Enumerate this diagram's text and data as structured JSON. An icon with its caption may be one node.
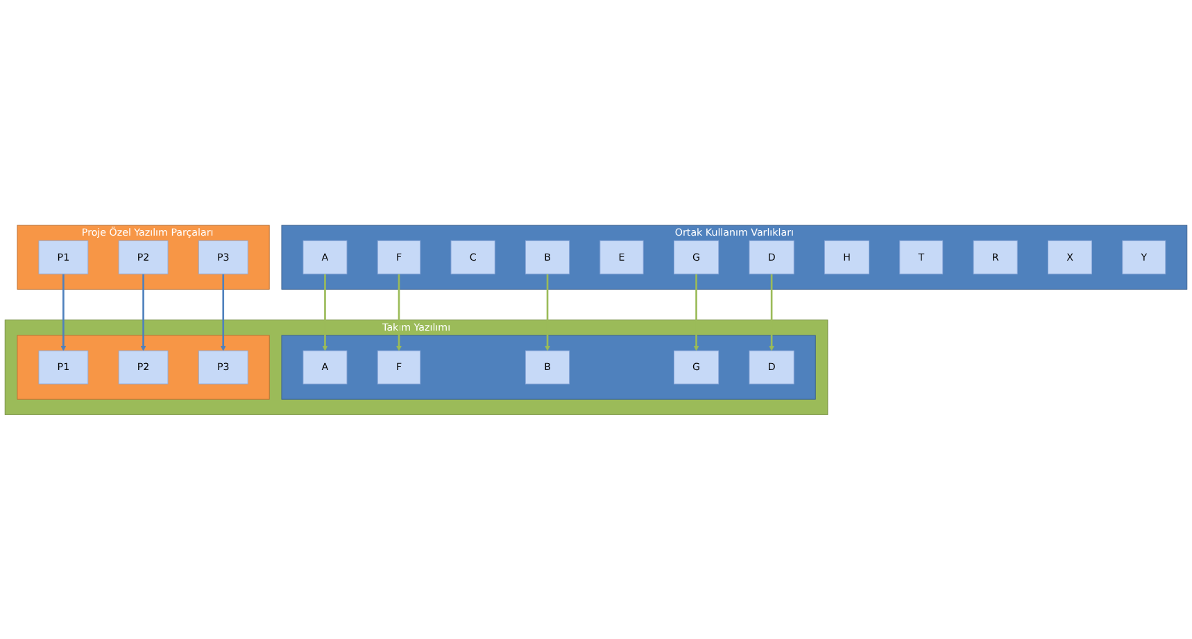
{
  "diagram": {
    "nodes": [
      {
        "text": [
          "Ortak Kullanım Varlıkları"
        ]
      },
      {
        "text": [
          "A"
        ],
        "in": 0
      },
      {
        "text": [
          "B"
        ],
        "in": 0
      },
      {
        "text": [
          "C"
        ],
        "in": 0
      },
      {
        "text": [
          "D"
        ],
        "in": 0
      },
      {
        "text": [
          "E"
        ],
        "in": 0
      },
      {
        "text": [
          "F"
        ],
        "in": 0
      },
      {
        "text": [
          "G"
        ],
        "in": 0
      },
      {
        "text": [
          "H"
        ],
        "in": 0
      },
      {
        "text": [
          "T"
        ],
        "in": 0
      },
      {
        "text": [
          "R"
        ],
        "in": 0
      },
      {
        "text": [
          "X"
        ],
        "in": 0
      },
      {
        "text": [
          "Y"
        ],
        "in": 0
      },
      {
        "text": [
          "Proje Özel Yazılım Parçaları"
        ]
      },
      {
        "text": [
          "P1"
        ],
        "in": 13
      },
      {
        "text": [
          "P2"
        ],
        "in": 13
      },
      {
        "text": [
          "P3"
        ],
        "in": 13
      },
      {
        "text": [
          "Takım Yazılımı"
        ]
      },
      {
        "text": [],
        "shape": "box",
        "in": 17
      },
      {
        "text": [
          "A"
        ],
        "in": 18
      },
      {
        "text": [
          "F"
        ],
        "in": 18
      },
      {
        "text": [
          "B"
        ],
        "in": 18
      },
      {
        "text": [
          "G"
        ],
        "in": 18
      },
      {
        "text": [
          "D"
        ],
        "in": 18
      },
      {
        "text": [],
        "shape": "box",
        "in": 17
      },
      {
        "text": [
          "P1"
        ],
        "in": 24
      },
      {
        "text": [
          "P2"
        ],
        "in": 24
      },
      {
        "text": [
          "P3"
        ],
        "in": 24
      }
    ],
    "edges": [
      {
        "from": 1,
        "to": 19,
        "arrow": "to"
      },
      {
        "from": 6,
        "to": 20,
        "arrow": "to"
      },
      {
        "from": 2,
        "to": 21,
        "arrow": "to"
      },
      {
        "from": 7,
        "to": 22,
        "arrow": "to"
      },
      {
        "from": 4,
        "to": 23,
        "arrow": "to"
      },
      {
        "from": 14,
        "to": 25,
        "arrow": "to",
        "color": "#4f81bd"
      },
      {
        "from": 15,
        "to": 26,
        "arrow": "to",
        "color": "#4f81bd"
      },
      {
        "from": 16,
        "to": 27,
        "arrow": "to",
        "color": "#4f81bd"
      }
    ]
  }
}
